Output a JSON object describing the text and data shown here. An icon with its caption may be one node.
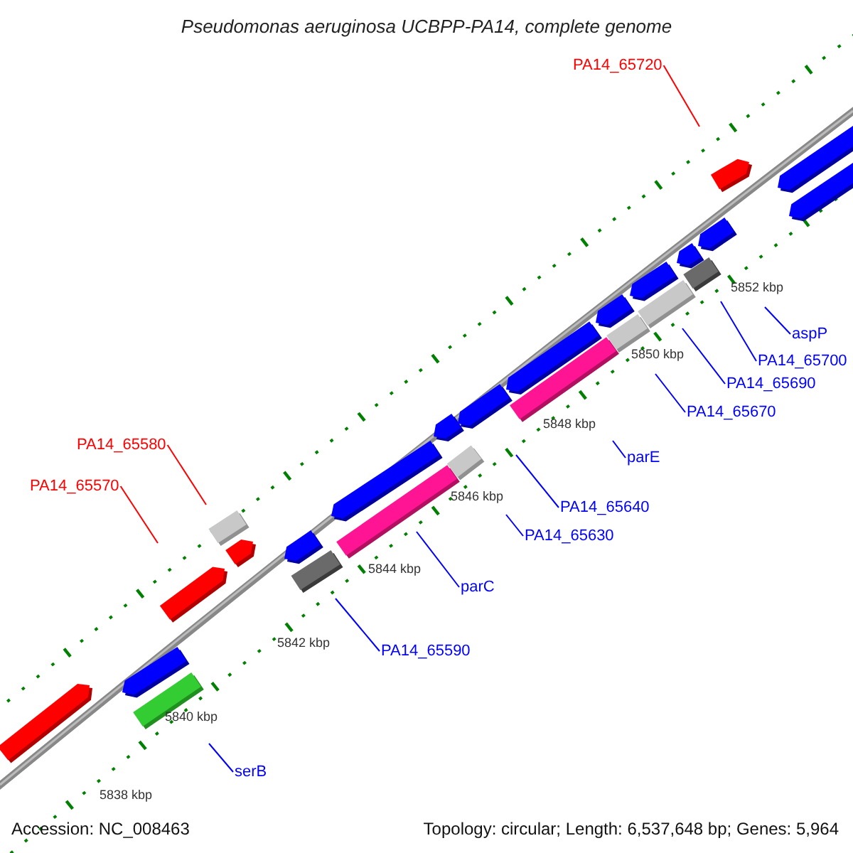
{
  "diagram": {
    "title": "Pseudomonas aeruginosa UCBPP-PA14, complete genome",
    "nodes": [
      {
        "text": [
          "PA14_65720"
        ]
      },
      {
        "text": [
          "aspP"
        ]
      },
      {
        "text": [
          "PA14_65700"
        ]
      },
      {
        "text": [
          "PA14_65690"
        ]
      },
      {
        "text": [
          "PA14_65670"
        ]
      },
      {
        "text": [
          "PA14_65580"
        ]
      },
      {
        "text": [
          "parE"
        ]
      },
      {
        "text": [
          "PA14_65570"
        ]
      },
      {
        "text": [
          "PA14_65640"
        ]
      },
      {
        "text": [
          "PA14_65630"
        ]
      },
      {
        "text": [
          "parC"
        ]
      },
      {
        "text": [
          "PA14_65590"
        ]
      },
      {
        "text": [
          "serB"
        ]
      }
    ],
    "edges": [
      {
        "from": 0,
        "to": null,
        "arrow": "none",
        "color": "#ff0000"
      },
      {
        "from": 1,
        "to": null,
        "arrow": "none"
      },
      {
        "from": 2,
        "to": null,
        "arrow": "none"
      },
      {
        "from": 3,
        "to": null,
        "arrow": "none"
      },
      {
        "from": 4,
        "to": null,
        "arrow": "none"
      },
      {
        "from": 5,
        "to": null,
        "arrow": "none",
        "color": "#ff0000"
      },
      {
        "from": 6,
        "to": null,
        "arrow": "none"
      },
      {
        "from": 7,
        "to": null,
        "arrow": "none",
        "color": "#ff0000"
      },
      {
        "from": 8,
        "to": null,
        "arrow": "none"
      },
      {
        "from": 9,
        "to": null,
        "arrow": "none"
      },
      {
        "from": 10,
        "to": null,
        "arrow": "none"
      },
      {
        "from": 11,
        "to": null,
        "arrow": "none"
      },
      {
        "from": 12,
        "to": null,
        "arrow": "none"
      }
    ],
    "labels": [
      "5852 kbp",
      "5850 kbp",
      "5848 kbp",
      "5846 kbp",
      "5844 kbp",
      "5842 kbp",
      "5840 kbp",
      "5838 kbp",
      "Accession: NC_008463",
      "Topology: circular; Length: 6,537,648 bp; Genes: 5,964"
    ]
  }
}
